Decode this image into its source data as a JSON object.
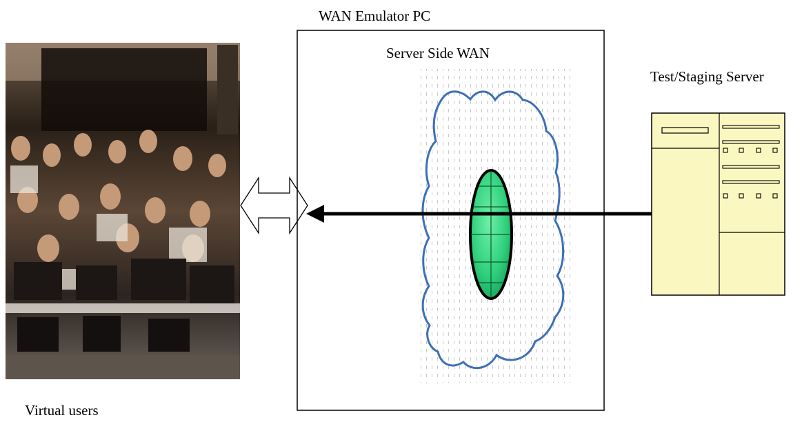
{
  "labels": {
    "wan_emulator_pc": "WAN Emulator PC",
    "server_side_wan": "Server Side WAN",
    "test_staging_server": "Test/Staging Server",
    "virtual_users": "Virtual users"
  },
  "colors": {
    "cloud_outline": "#3d6fb6",
    "globe_fill": "#2fd07d",
    "server_fill": "#fbf7c0",
    "photo_dark": "#201812",
    "photo_warm": "#c49a78"
  },
  "icons": {
    "photo": "virtual-users-photo",
    "cloud": "wan-cloud-icon",
    "globe": "globe-icon",
    "server": "server-tower-icon"
  }
}
